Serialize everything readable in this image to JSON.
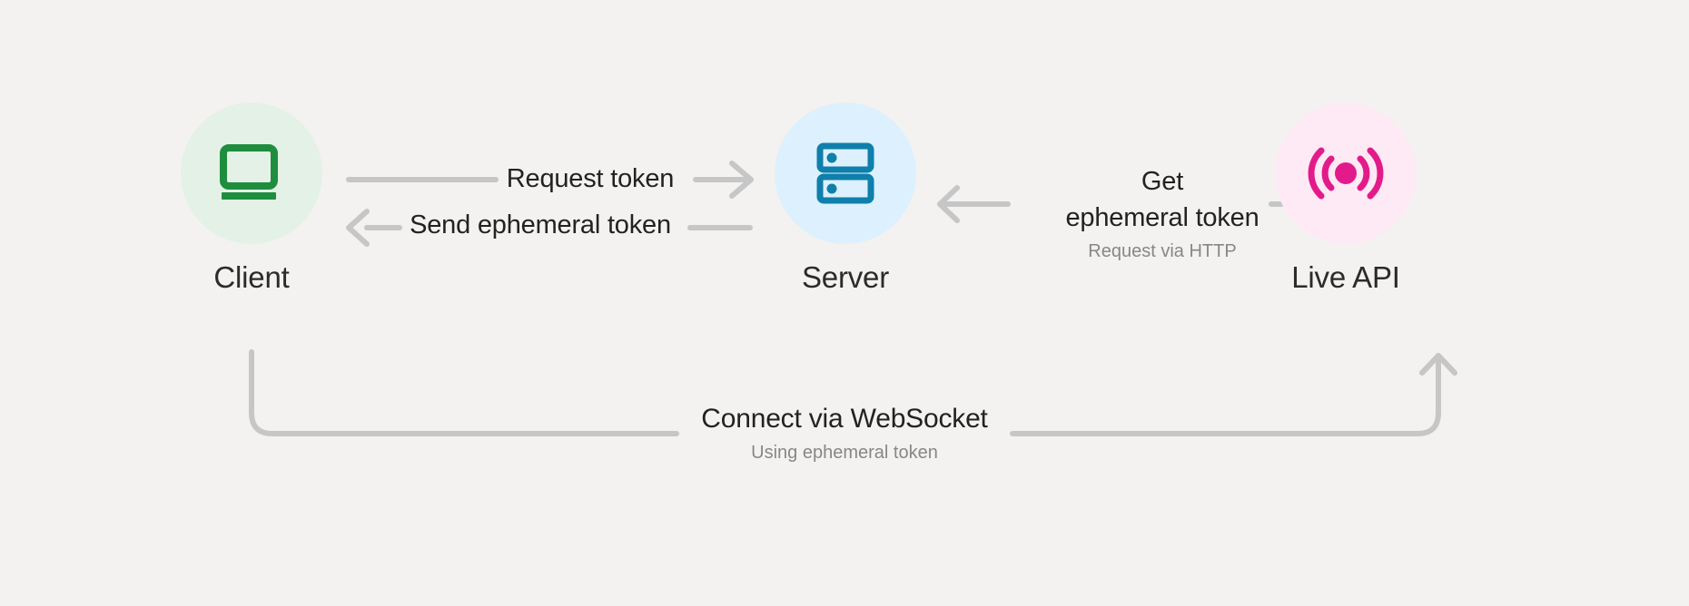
{
  "page": {
    "background_color": "#f3f2f0",
    "title_text_color": "#222222",
    "subtitle_text_color": "#878787",
    "connector_color": "#c6c6c6"
  },
  "nodes": [
    {
      "id": "client",
      "label": "Client",
      "icon": "laptop-icon",
      "icon_color": "#1e8e3e",
      "circle_color": "#e4f1e6"
    },
    {
      "id": "server",
      "label": "Server",
      "icon": "server-rack-icon",
      "icon_color": "#0f7fab",
      "circle_color": "#ddf0fd"
    },
    {
      "id": "liveapi",
      "label": "Live API",
      "icon": "broadcast-signal-icon",
      "icon_color": "#e31b8a",
      "circle_color": "#fdeaf5"
    }
  ],
  "edges": [
    {
      "id": "request-token",
      "title": "Request token",
      "subtitle": "",
      "from": "client",
      "to": "server",
      "direction": "right"
    },
    {
      "id": "send-ephemeral-token",
      "title": "Send ephemeral token",
      "subtitle": "",
      "from": "server",
      "to": "client",
      "direction": "left"
    },
    {
      "id": "get-ephemeral-token",
      "title": "Get\nephemeral token",
      "subtitle": "Request via HTTP",
      "from": "server",
      "to": "liveapi",
      "direction": "both"
    },
    {
      "id": "connect-websocket",
      "title": "Connect via WebSocket",
      "subtitle": "Using ephemeral token",
      "from": "client",
      "to": "liveapi",
      "direction": "right"
    }
  ]
}
